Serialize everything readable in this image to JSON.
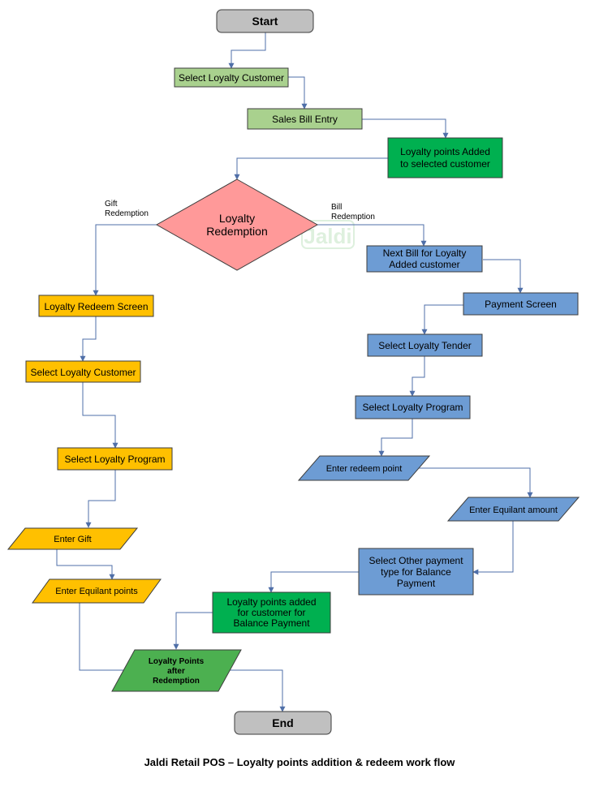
{
  "nodes": {
    "start": {
      "label": "Start"
    },
    "select_loyalty_customer_top": {
      "label": "Select Loyalty Customer"
    },
    "sales_bill_entry": {
      "label": "Sales Bill Entry"
    },
    "loyalty_points_added": {
      "lines": [
        "Loyalty points Added",
        "to selected customer"
      ]
    },
    "loyalty_redemption": {
      "lines": [
        "Loyalty",
        "Redemption"
      ]
    },
    "loyalty_redeem_screen": {
      "label": "Loyalty Redeem Screen"
    },
    "select_loyalty_customer_left": {
      "label": "Select Loyalty Customer"
    },
    "select_loyalty_program_left": {
      "label": "Select Loyalty Program"
    },
    "enter_gift": {
      "label": "Enter Gift"
    },
    "enter_equilant_points": {
      "label": "Enter Equilant points"
    },
    "loyalty_points_after_redemption": {
      "lines": [
        "Loyalty Points",
        "after",
        "Redemption"
      ]
    },
    "end": {
      "label": "End"
    },
    "next_bill": {
      "lines": [
        "Next Bill for Loyalty",
        "Added customer"
      ]
    },
    "payment_screen": {
      "label": "Payment Screen"
    },
    "select_loyalty_tender": {
      "label": "Select Loyalty Tender"
    },
    "select_loyalty_program_right": {
      "label": "Select Loyalty Program"
    },
    "enter_redeem_point": {
      "label": "Enter redeem point"
    },
    "enter_equilant_amount": {
      "label": "Enter Equilant amount"
    },
    "select_other_payment": {
      "lines": [
        "Select Other payment",
        "type for Balance",
        "Payment"
      ]
    },
    "loyalty_points_added_balance": {
      "lines": [
        "Loyalty points added",
        "for customer for",
        "Balance Payment"
      ]
    }
  },
  "edge_labels": {
    "gift": [
      "Gift",
      "Redemption"
    ],
    "bill": [
      "Bill",
      "Redemption"
    ]
  },
  "watermark": "Jaldi",
  "caption": "Jaldi Retail POS – Loyalty points addition & redeem work flow",
  "colors": {
    "terminal": "#c0c0c0",
    "light_green": "#a9d18e",
    "green": "#00b050",
    "pink": "#ff9999",
    "orange": "#ffc000",
    "blue": "#6d9cd4",
    "dark_green": "#4cb050",
    "connector": "#4f6fa8",
    "border": "#3d3d3d"
  }
}
